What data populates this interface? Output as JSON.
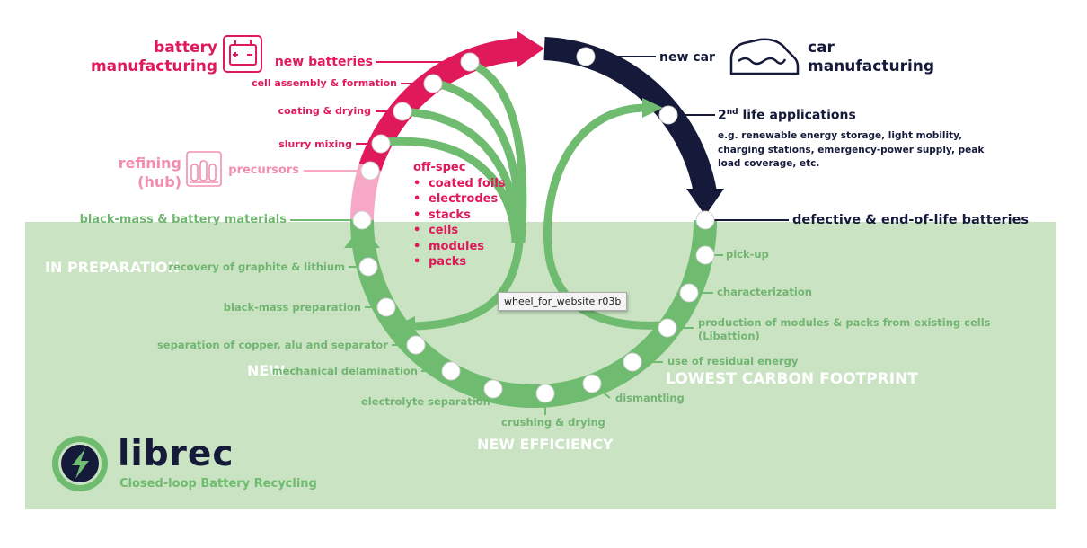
{
  "colors": {
    "green_band": "#c9e3c3",
    "green": "#6fbb6f",
    "pink": "#e0195a",
    "light_pink": "#f7a8c6",
    "navy": "#15193a"
  },
  "header": {
    "battery_manufacturing": [
      "battery",
      "manufacturing"
    ],
    "car_manufacturing": [
      "car",
      "manufacturing"
    ],
    "refining": [
      "refining",
      "(hub)"
    ]
  },
  "wheel": {
    "new_batteries": "new batteries",
    "cell_assembly": "cell assembly & formation",
    "coating_drying": "coating & drying",
    "slurry_mixing": "slurry mixing",
    "precursors": "precursors",
    "black_mass_materials": "black-mass & battery materials",
    "new_car": "new car",
    "second_life_title": "2",
    "second_life_sup": "nd",
    "second_life_rest": " life applications",
    "second_life_note": [
      "e.g. renewable energy storage, light mobility,",
      "charging stations, emergency-power supply, peak",
      "load coverage, etc."
    ],
    "defective": "defective & end-of-life batteries",
    "pick_up": "pick-up",
    "characterization": "characterization",
    "production_modules": [
      "production of modules & packs from existing cells",
      "(Libattion)"
    ],
    "use_residual": "use of residual energy",
    "dismantling": "dismantling",
    "crushing": "crushing & drying",
    "electrolyte": "electrolyte separation",
    "mechanical": "mechanical delamination",
    "separation": "separation of copper, alu and  separator",
    "black_mass_prep": "black-mass preparation",
    "recovery": "recovery of graphite & lithium"
  },
  "tags": {
    "in_preparation": "IN PREPARATION",
    "new": "NEW",
    "lowest_carbon": "LOWEST CARBON FOOTPRINT",
    "new_efficiency": "NEW EFFICIENCY"
  },
  "offspec": {
    "title": "off-spec",
    "items": [
      "coated foils",
      "electrodes",
      "stacks",
      "cells",
      "modules",
      "packs"
    ]
  },
  "tooltip": "wheel_for_website r03b",
  "logo": {
    "name": "librec",
    "tagline": "Closed-loop Battery Recycling"
  }
}
